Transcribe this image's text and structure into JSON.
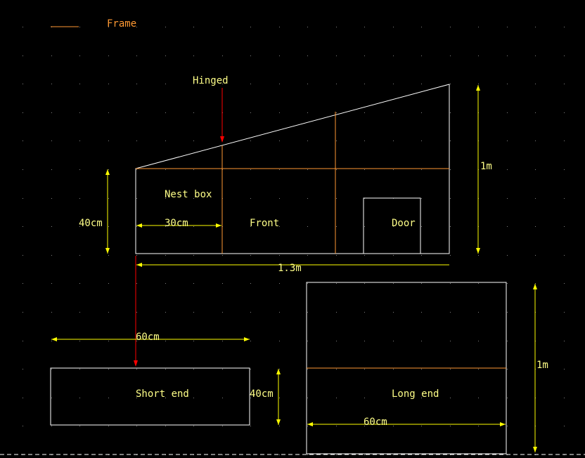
{
  "legend": {
    "label": "Frame",
    "color": "#ff9933"
  },
  "colors": {
    "background": "#000000",
    "outline": "#ffffff",
    "frame": "#ff9933",
    "dimension": "#ffff00",
    "arrow": "#ff0000",
    "grid": "#808080",
    "text": "#ffff88"
  },
  "front_view": {
    "hinged_label": "Hinged",
    "nest_box_label": "Nest box",
    "front_label": "Front",
    "door_label": "Door",
    "height_left": "40cm",
    "nest_box_width": "30cm",
    "height_right": "1m",
    "width": "1.3m"
  },
  "short_end": {
    "label": "Short end",
    "width": "60cm",
    "height": "40cm"
  },
  "long_end": {
    "label": "Long end",
    "width": "60cm",
    "height": "1m"
  }
}
